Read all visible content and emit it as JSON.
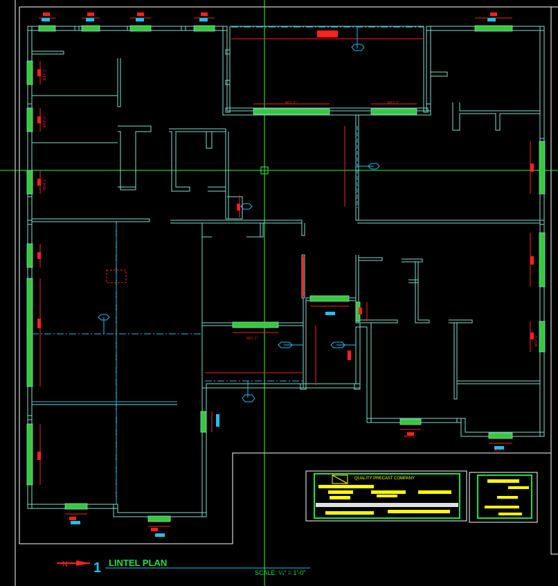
{
  "colors": {
    "background": "#000000",
    "wall": "#7fe0d0",
    "sheet_border": "#ffffff",
    "lintel_hatch": "#39c839",
    "dimension": "#ff2020",
    "crosshair": "#30ff30",
    "leader": "#20c0f0",
    "title_text": "#19e34a",
    "scale_text": "#19e34a",
    "north_arrow": "#ff2020"
  },
  "drawing": {
    "view_number": "1",
    "title": "LINTEL PLAN",
    "scale": "SCALE: ¼\" = 1'-0\""
  },
  "title_block": {
    "company": "QUALITY PRECAST COMPANY"
  },
  "lintel_tags": {
    "tag_a": "M14'-1\"",
    "tag_b": "M11'-1\"",
    "tag_c": "M11'-1\"",
    "tag_d": "M14'-1\"",
    "tag_e": "M14'-1\"",
    "tag_f": "M14'-1\"",
    "tag_g": "M11'-1\"",
    "tag_h": "M14'-1\"",
    "tag_i": "M14'-1\""
  }
}
